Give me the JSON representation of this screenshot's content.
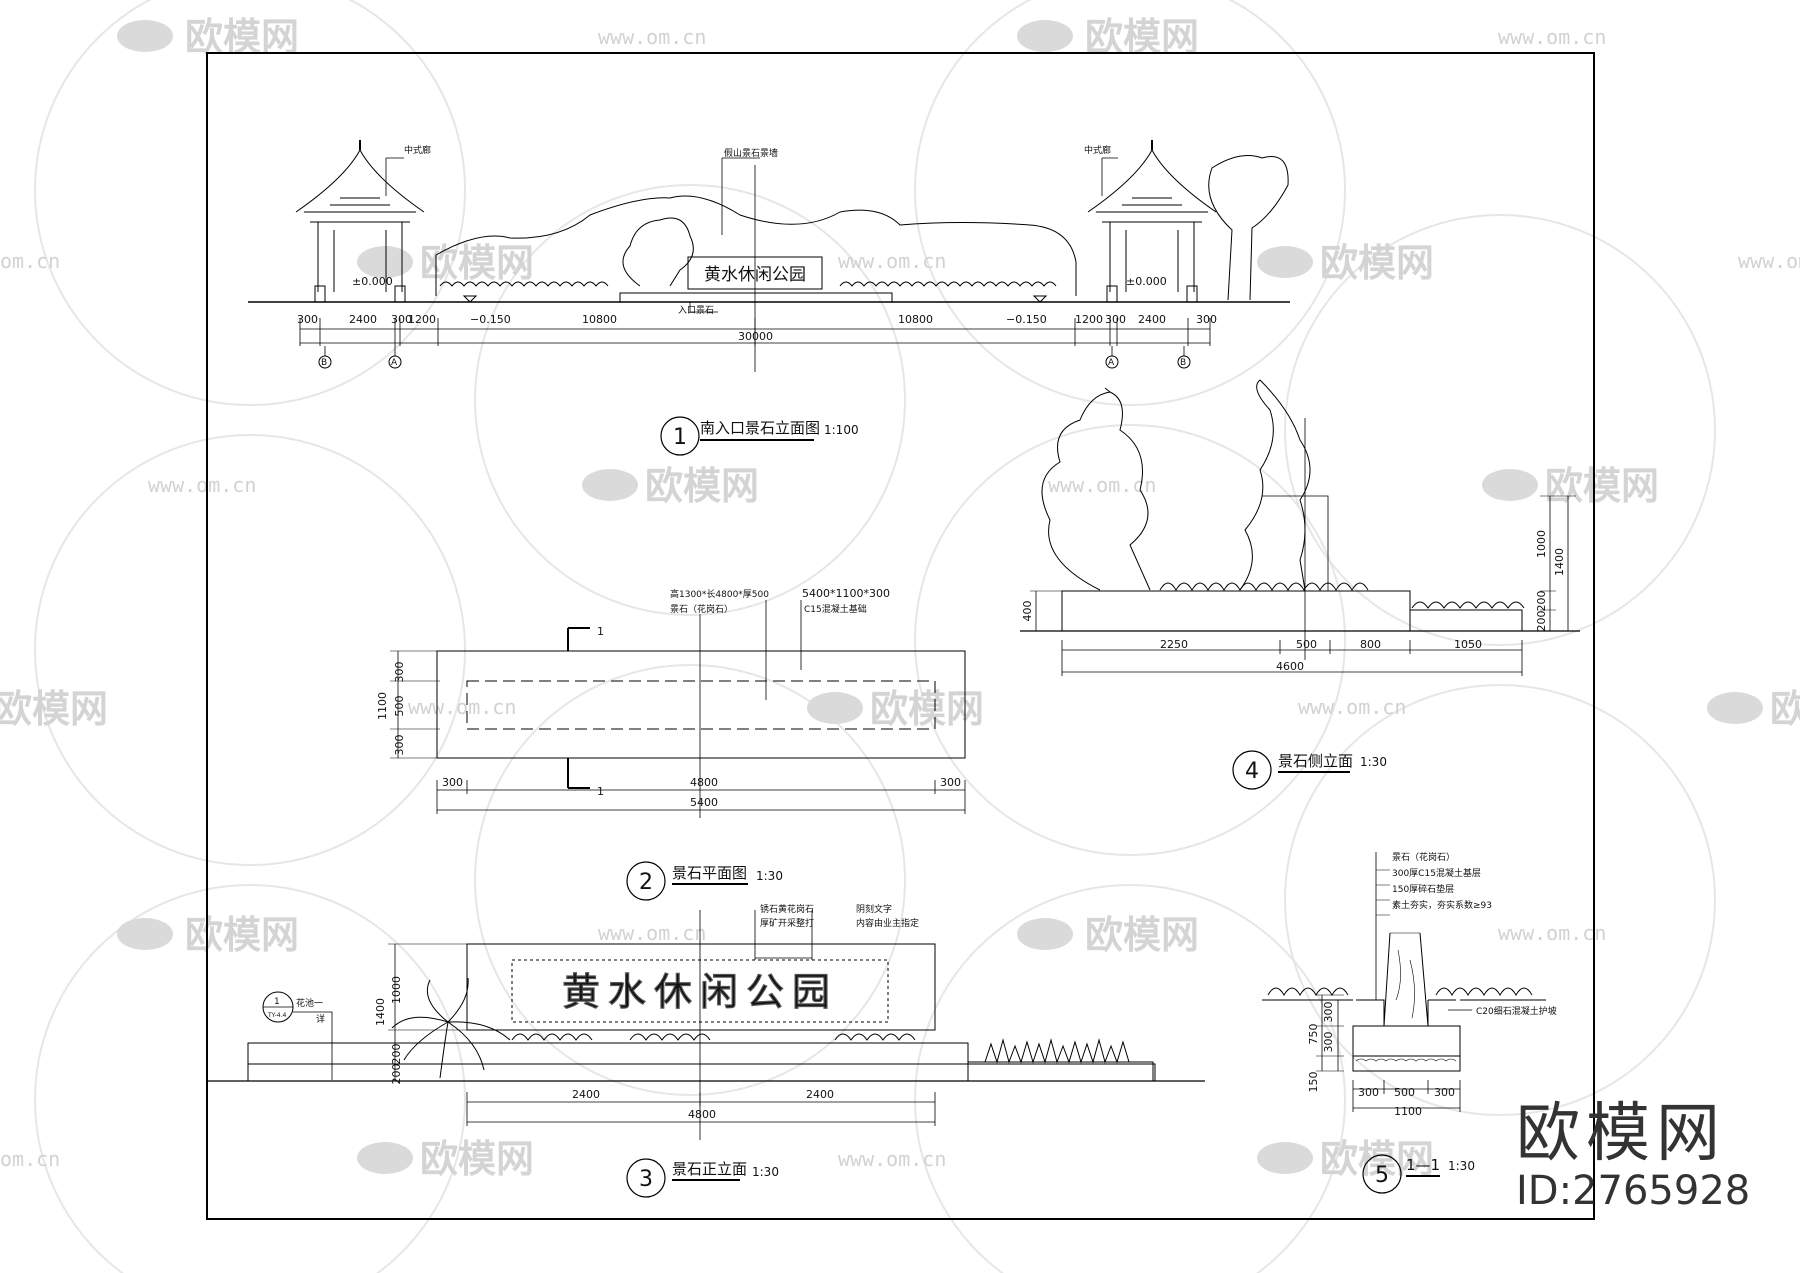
{
  "watermark": {
    "logo_text": "欧模网",
    "url_text": "www.om.cn",
    "url_fragment": "om.cn"
  },
  "brand": {
    "name": "欧模网",
    "id": "ID:2765928"
  },
  "views": {
    "v1": {
      "number": "1",
      "title": "南入口景石立面图",
      "scale": "1:100",
      "labels": {
        "pavilion_left": "中式廊",
        "pavilion_right": "中式廊",
        "rockery": "假山景石景墙",
        "entry_stone": "入口景石",
        "sign_text": "黄水休闲公园"
      },
      "elevations": [
        "±0.000",
        "±0.000",
        "−0.150",
        "−0.150"
      ],
      "dims": [
        "300",
        "2400",
        "300",
        "1200",
        "10800",
        "10800",
        "1200",
        "300",
        "2400",
        "300"
      ],
      "total": "30000",
      "axes": [
        "B",
        "A",
        "A",
        "B"
      ]
    },
    "v2": {
      "number": "2",
      "title": "景石平面图",
      "scale": "1:30",
      "notes": [
        "高1300*长4800*厚500",
        "景石（花岗石）",
        "5400*1100*300",
        "C15混凝土基础"
      ],
      "section_mark": "1",
      "dims_v": [
        "300",
        "500",
        "300"
      ],
      "total_v": "1100",
      "dims_h": [
        "300",
        "4800",
        "300"
      ],
      "total_h": "5400"
    },
    "v3": {
      "number": "3",
      "title": "景石正立面",
      "scale": "1:30",
      "notes": [
        "锈石黄花岗石",
        "厚矿开采整打",
        "阴刻文字",
        "内容由业主指定"
      ],
      "callout_label": "花池一",
      "callout_sub": "详",
      "callout_num": "1",
      "callout_ref": "TY-4.4",
      "engraving": "黄水休闲公园",
      "dims_v": [
        "1000",
        "1400",
        "200",
        "200"
      ],
      "dims_h": [
        "2400",
        "2400"
      ],
      "total_h": "4800"
    },
    "v4": {
      "number": "4",
      "title": "景石侧立面",
      "scale": "1:30",
      "dims_h": [
        "2250",
        "500",
        "800",
        "1050"
      ],
      "total_h": "4600",
      "dims_left": "400",
      "dims_right": [
        "1000",
        "1400",
        "200",
        "200"
      ]
    },
    "v5": {
      "number": "5",
      "title": "1—1",
      "scale": "1:30",
      "notes": [
        "景石（花岗石）",
        "300厚C15混凝土基层",
        "150厚碎石垫层",
        "素土夯实，夯实系数≥93"
      ],
      "note_right": "C20细石混凝土护坡",
      "dims_v": [
        "300",
        "750",
        "300",
        "150"
      ],
      "dims_h": [
        "300",
        "500",
        "300"
      ],
      "total_h": "1100"
    }
  }
}
